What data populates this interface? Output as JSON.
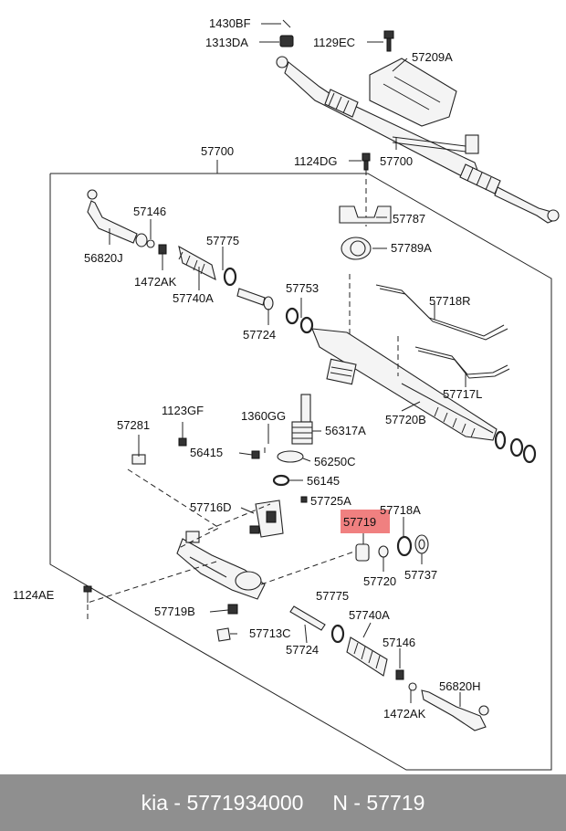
{
  "labels": {
    "l1430BF": "1430BF",
    "l1313DA": "1313DA",
    "l1129EC": "1129EC",
    "l57209A": "57209A",
    "l57700top": "57700",
    "l1124DG": "1124DG",
    "l57700mid": "57700",
    "l57146a": "57146",
    "l57787": "57787",
    "l56820J": "56820J",
    "l57775a": "57775",
    "l57789A": "57789A",
    "l1472AKa": "1472AK",
    "l57740Aa": "57740A",
    "l57753": "57753",
    "l57718R": "57718R",
    "l57724a": "57724",
    "l57717L": "57717L",
    "l57281": "57281",
    "l1123GF": "1123GF",
    "l1360GG": "1360GG",
    "l56317A": "56317A",
    "l57720B": "57720B",
    "l56415": "56415",
    "l56250C": "56250C",
    "l56145": "56145",
    "l57716D": "57716D",
    "l57725A": "57725A",
    "l57718A": "57718A",
    "l57719": "57719",
    "l57720": "57720",
    "l57737": "57737",
    "l1124AE": "1124AE",
    "l57775b": "57775",
    "l57740Ab": "57740A",
    "l57719B": "57719B",
    "l57713C": "57713C",
    "l57724b": "57724",
    "l57146b": "57146",
    "l56820H": "56820H",
    "l1472AKb": "1472AK"
  },
  "highlight_color": "#f08080",
  "footer": {
    "text": "kia - 5771934000     N - 57719"
  }
}
